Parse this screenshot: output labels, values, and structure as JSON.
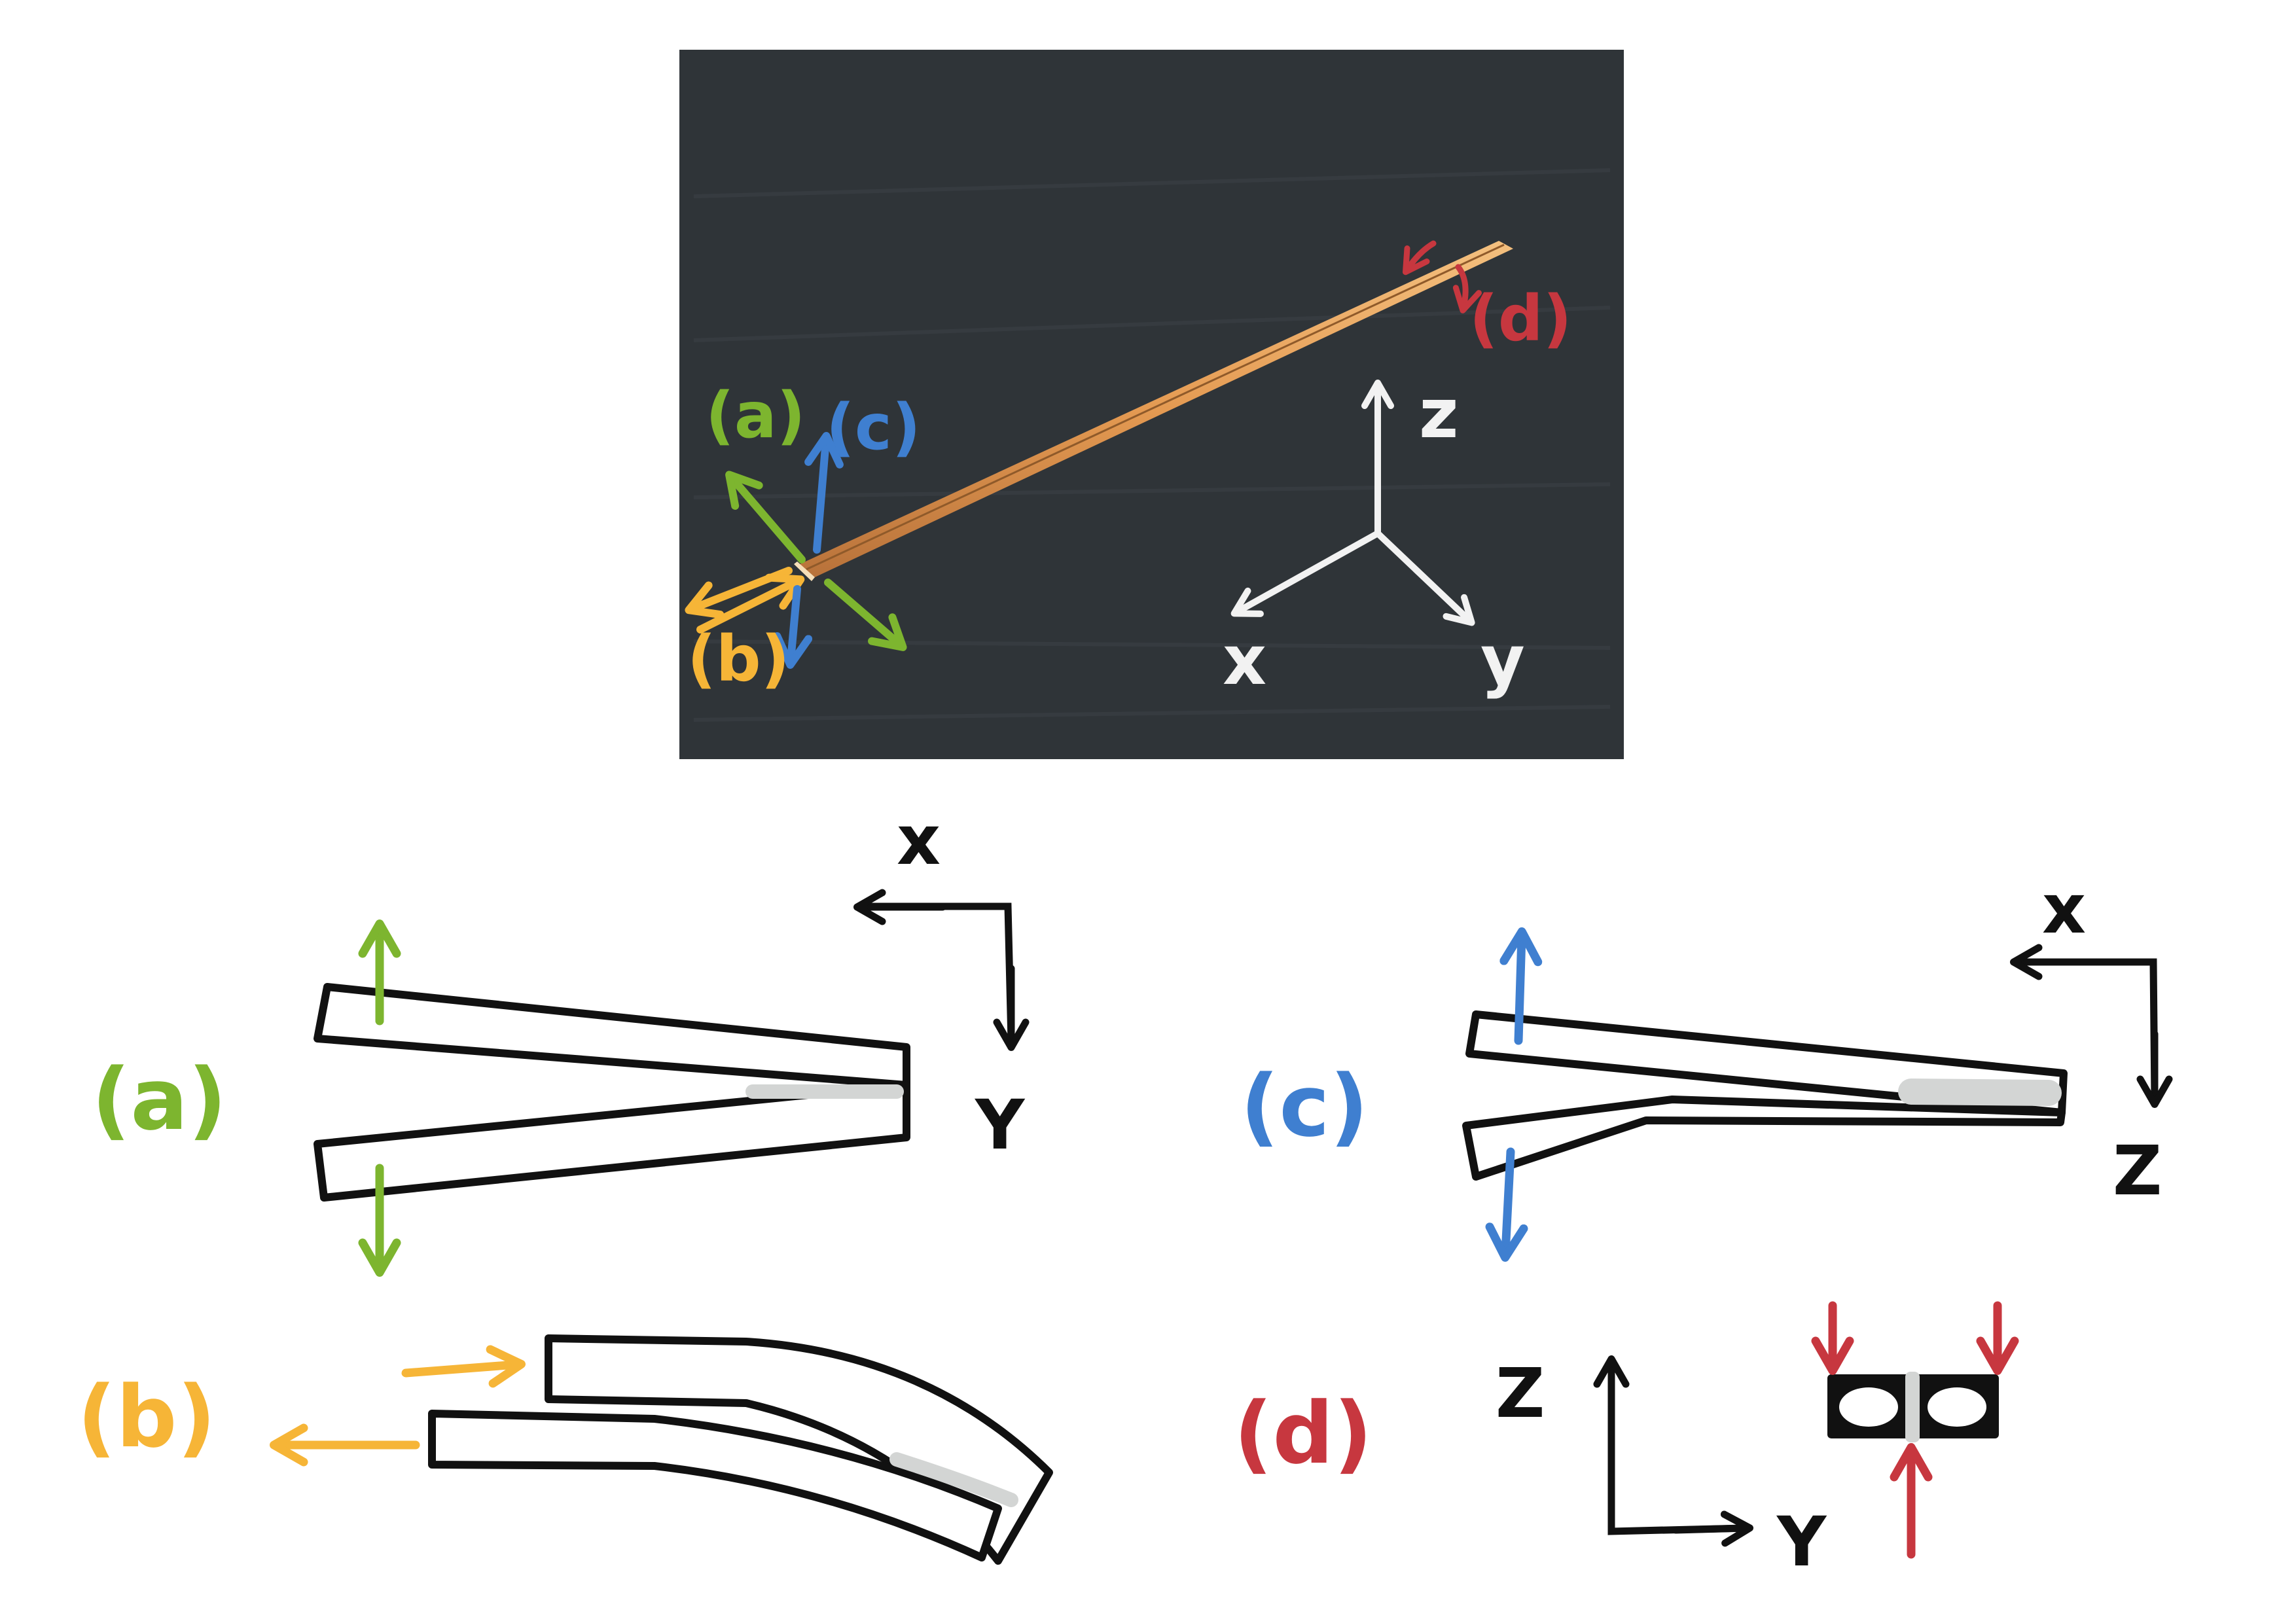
{
  "colors": {
    "mode_a": "#7db52f",
    "mode_b": "#f6b537",
    "mode_c": "#3f7fd0",
    "mode_d": "#c7373f",
    "photo_bg": "#2f3438",
    "axes_photo": "#f2f2f2",
    "glue": "#d3d5d4",
    "outline": "#111111",
    "wood": "#e9a55f"
  },
  "photo": {
    "labels": {
      "a": "(a)",
      "b": "(b)",
      "c": "(c)",
      "d": "(d)"
    },
    "axes": {
      "x": "x",
      "y": "y",
      "z": "z"
    },
    "arrow_icons": [
      "green-double-arrow-icon",
      "orange-double-arrow-icon",
      "blue-double-arrow-icon",
      "red-pinch-arrow-icon"
    ]
  },
  "panels": {
    "a": {
      "label": "(a)",
      "axis_h": "x",
      "axis_v": "Y"
    },
    "b": {
      "label": "(b)"
    },
    "c": {
      "label": "(c)",
      "axis_h": "x",
      "axis_v": "Z"
    },
    "d": {
      "label": "(d)",
      "axis_v": "Z",
      "axis_h": "Y"
    }
  }
}
